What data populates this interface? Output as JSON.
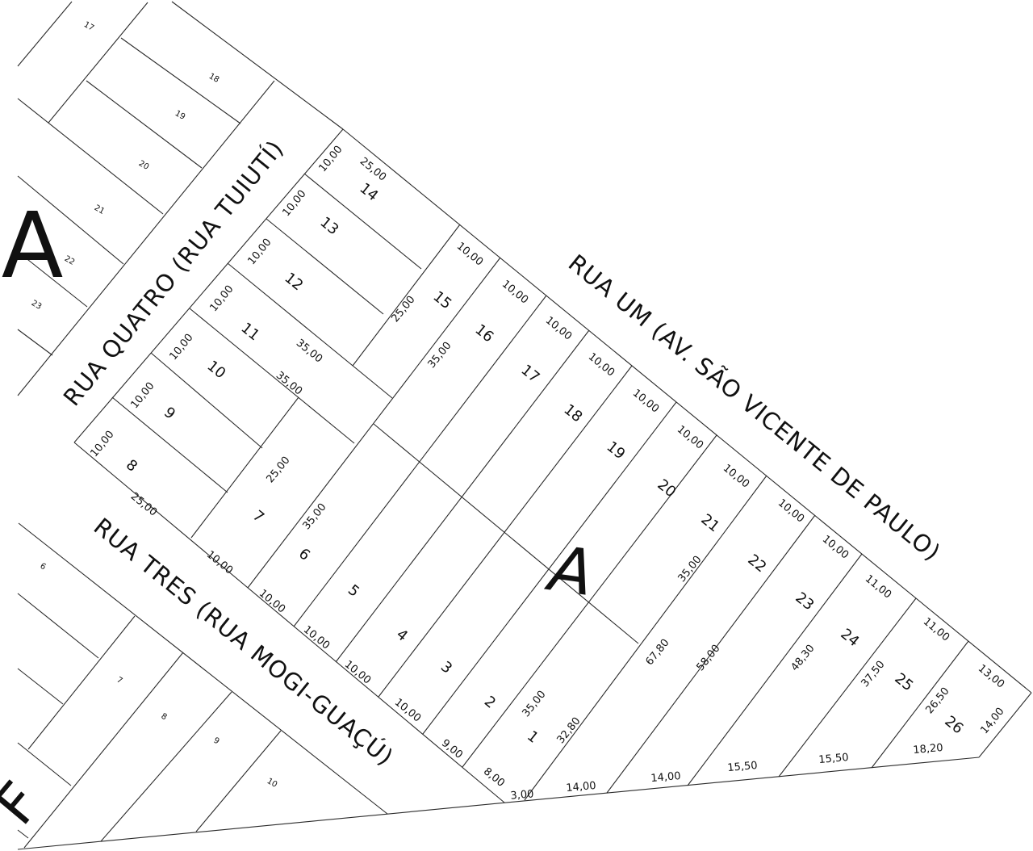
{
  "streets": {
    "rua_um": "RUA UM (AV. SÃO VICENTE DE PAULO)",
    "rua_quatro": "RUA QUATRO (RUA TUIUTÍ)",
    "rua_tres": "RUA TRES (RUA MOGI-GUAÇÚ)"
  },
  "block_labels": {
    "main": "A",
    "northwest": "A",
    "southwest": "F"
  },
  "lots": {
    "main": [
      "1",
      "2",
      "3",
      "4",
      "5",
      "6",
      "7",
      "8",
      "9",
      "10",
      "11",
      "12",
      "13",
      "14",
      "15",
      "16",
      "17",
      "18",
      "19",
      "20",
      "21",
      "22",
      "23",
      "24",
      "25",
      "26"
    ],
    "northwest": [
      "17",
      "18",
      "19",
      "20",
      "21",
      "22",
      "23"
    ],
    "southwest": [
      "6",
      "7",
      "8",
      "9",
      "10"
    ]
  },
  "dimensions": {
    "rua_quatro_frontages": [
      "10,00",
      "10,00",
      "10,00",
      "10,00",
      "10,00",
      "10,00",
      "10,00"
    ],
    "rua_um_frontages": [
      "10,00",
      "10,00",
      "10,00",
      "10,00",
      "10,00",
      "10,00",
      "10,00",
      "10,00",
      "10,00",
      "11,00",
      "11,00",
      "13,00"
    ],
    "rua_tres_frontages": [
      "10,00",
      "10,00",
      "10,00",
      "10,00",
      "10,00",
      "9,00",
      "8,00",
      "3,00"
    ],
    "depths": [
      "25,00",
      "25,00",
      "35,00",
      "35,00",
      "25,00",
      "25,00",
      "35,00",
      "35,00",
      "35,00",
      "32,80",
      "35,00",
      "67,80",
      "58,00",
      "48,30",
      "37,50",
      "26,50",
      "14,00"
    ],
    "rear_frontages": [
      "14,00",
      "14,00",
      "15,50",
      "15,50",
      "18,20"
    ]
  }
}
